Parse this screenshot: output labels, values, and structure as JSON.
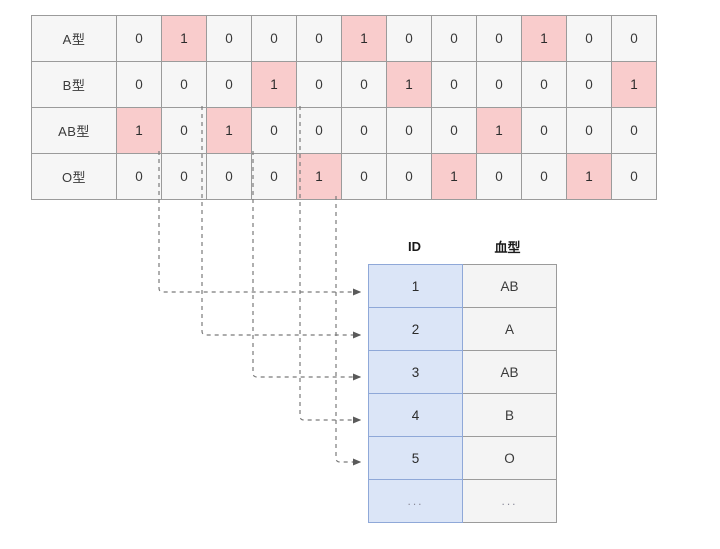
{
  "matrix": {
    "row_labels": [
      "A型",
      "B型",
      "AB型",
      "O型"
    ],
    "rows": [
      {
        "label": "A型",
        "values": [
          "0",
          "1",
          "0",
          "0",
          "0",
          "1",
          "0",
          "0",
          "0",
          "1",
          "0",
          "0"
        ]
      },
      {
        "label": "B型",
        "values": [
          "0",
          "0",
          "0",
          "1",
          "0",
          "0",
          "1",
          "0",
          "0",
          "0",
          "0",
          "1"
        ]
      },
      {
        "label": "AB型",
        "values": [
          "1",
          "0",
          "1",
          "0",
          "0",
          "0",
          "0",
          "0",
          "1",
          "0",
          "0",
          "0"
        ]
      },
      {
        "label": "O型",
        "values": [
          "0",
          "0",
          "0",
          "0",
          "1",
          "0",
          "0",
          "1",
          "0",
          "0",
          "1",
          "0"
        ]
      }
    ],
    "highlight_color": "#f9cccc",
    "cell_color": "#f6f6f6",
    "border_color": "#9b9b9b"
  },
  "result_table": {
    "headers": [
      "ID",
      "血型"
    ],
    "rows": [
      {
        "id": "1",
        "type": "AB"
      },
      {
        "id": "2",
        "type": "A"
      },
      {
        "id": "3",
        "type": "AB"
      },
      {
        "id": "4",
        "type": "B"
      },
      {
        "id": "5",
        "type": "O"
      },
      {
        "id": "...",
        "type": "..."
      }
    ],
    "id_color": "#dbe5f7",
    "id_border_color": "#8fa8d8",
    "type_color": "#f4f4f4",
    "type_border_color": "#9b9b9b"
  },
  "connectors": {
    "count": 5,
    "line_color": "#777777",
    "style": "dashed",
    "description": "Each highlighted 1 in matrix columns 1-5 maps to result rows 1-5"
  }
}
